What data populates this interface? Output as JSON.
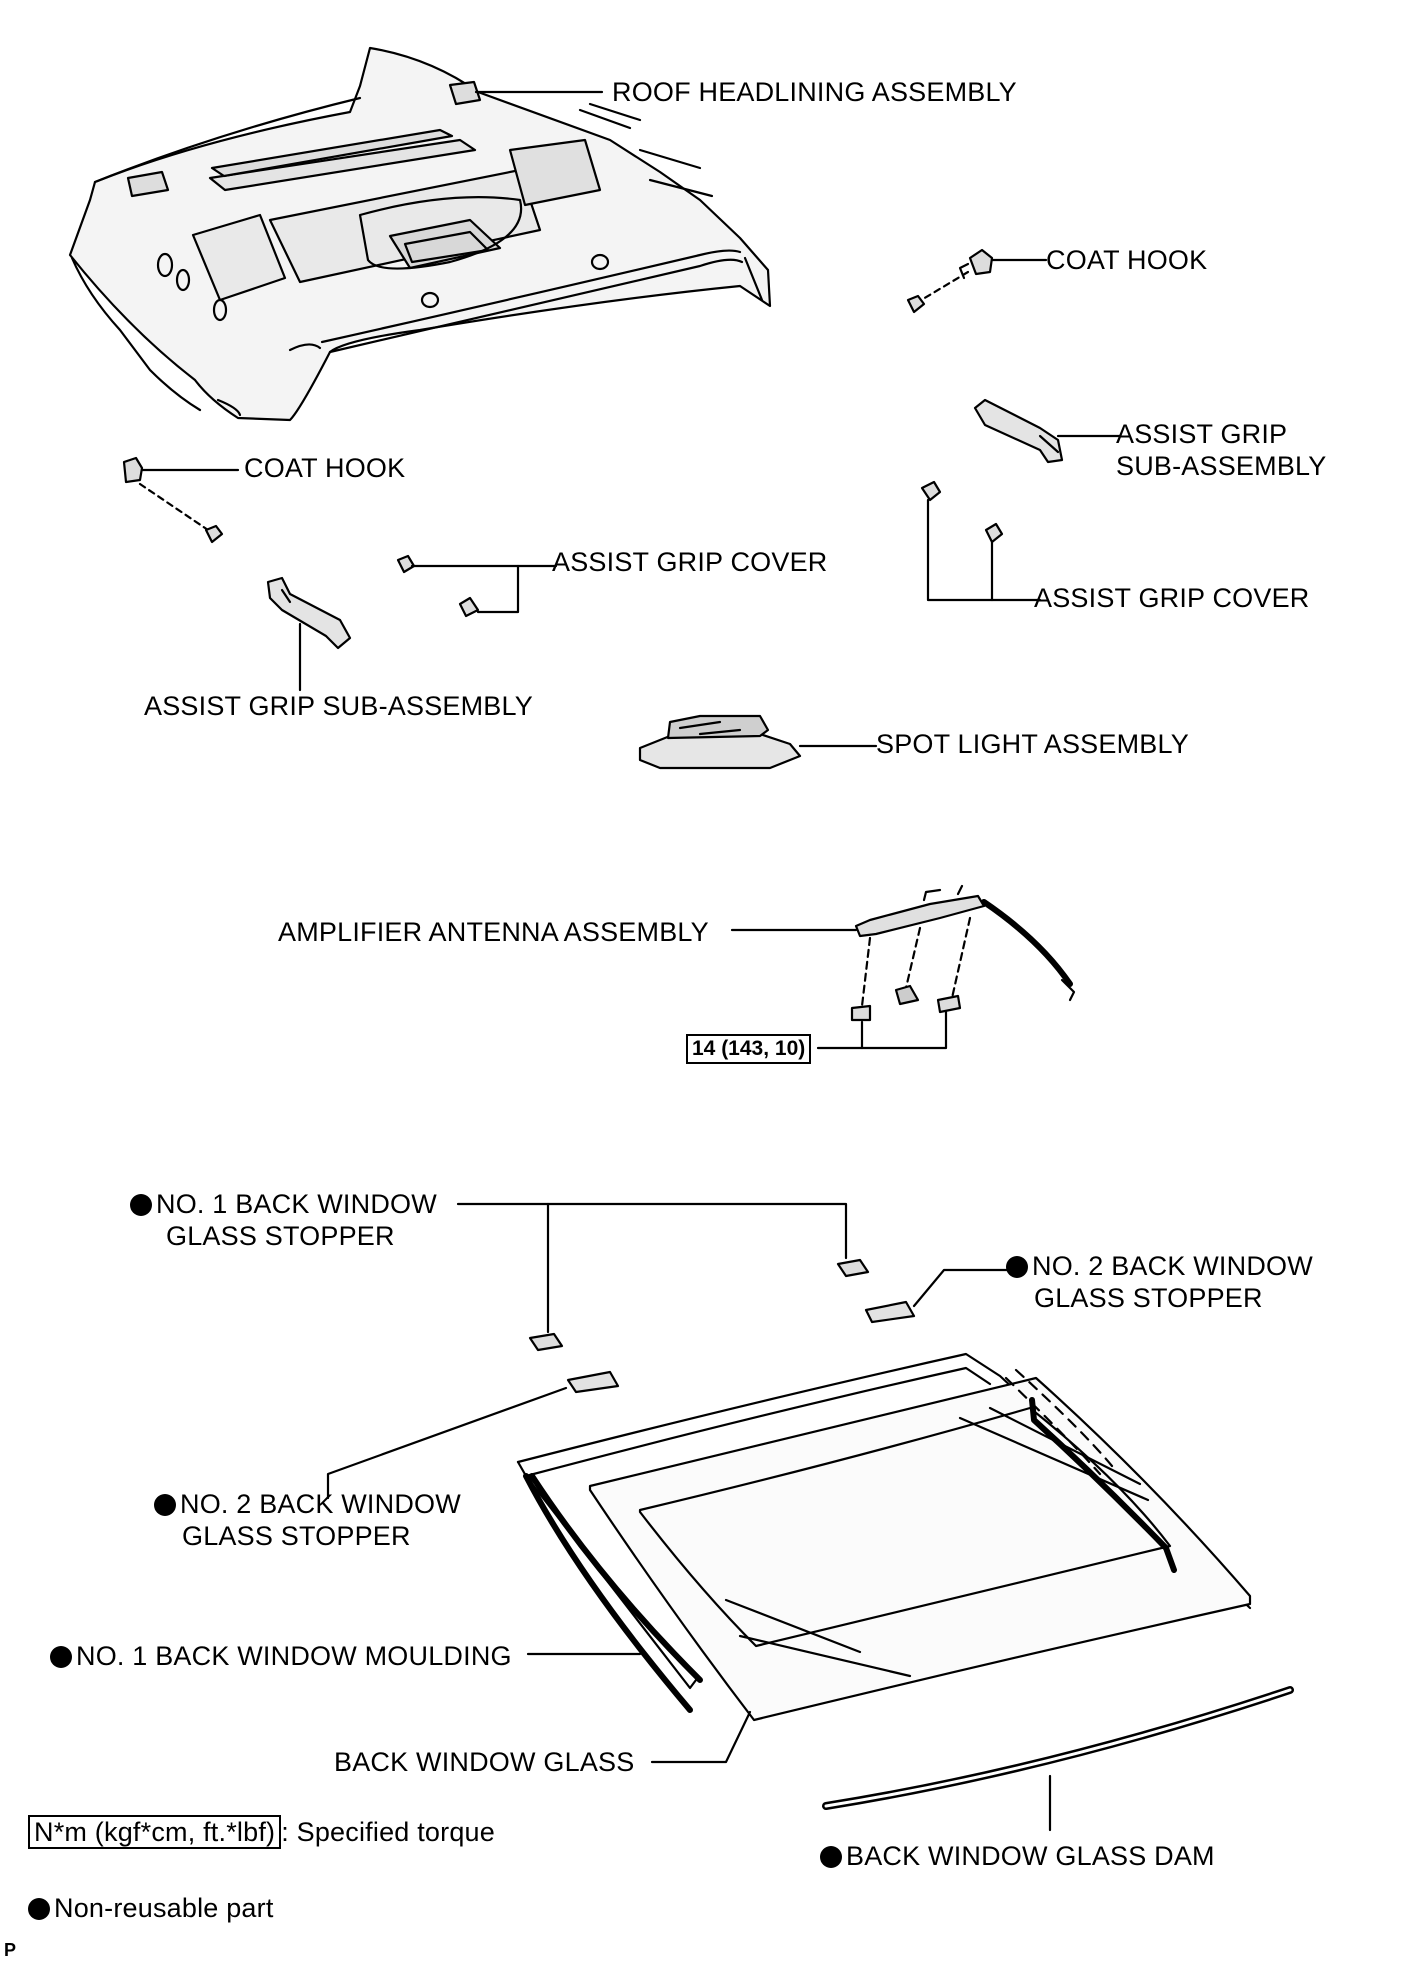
{
  "labels": {
    "roof_headlining": "ROOF HEADLINING ASSEMBLY",
    "coat_hook_right": "COAT HOOK",
    "coat_hook_left": "COAT HOOK",
    "assist_grip_right_1": "ASSIST GRIP",
    "assist_grip_right_2": "SUB-ASSEMBLY",
    "assist_grip_cover_left": "ASSIST GRIP COVER",
    "assist_grip_cover_right": "ASSIST GRIP COVER",
    "assist_grip_left": "ASSIST GRIP SUB-ASSEMBLY",
    "spot_light": "SPOT LIGHT ASSEMBLY",
    "amplifier_antenna": "AMPLIFIER ANTENNA ASSEMBLY",
    "torque_value": "14 (143, 10)",
    "stopper1_1": "NO. 1 BACK WINDOW",
    "stopper1_2": "GLASS STOPPER",
    "stopper2_right_1": "NO. 2 BACK WINDOW",
    "stopper2_right_2": "GLASS STOPPER",
    "stopper2_left_1": "NO. 2 BACK WINDOW",
    "stopper2_left_2": "GLASS STOPPER",
    "moulding": "NO. 1 BACK WINDOW MOULDING",
    "back_glass": "BACK WINDOW GLASS",
    "glass_dam": "BACK WINDOW GLASS DAM"
  },
  "legend": {
    "torque_unit": "N*m (kgf*cm, ft.*lbf)",
    "torque_desc": ": Specified torque",
    "nonreusable_desc": "Non-reusable part"
  },
  "corner_mark": "P",
  "icons": {
    "nonreusable": "filled-circle-icon"
  }
}
